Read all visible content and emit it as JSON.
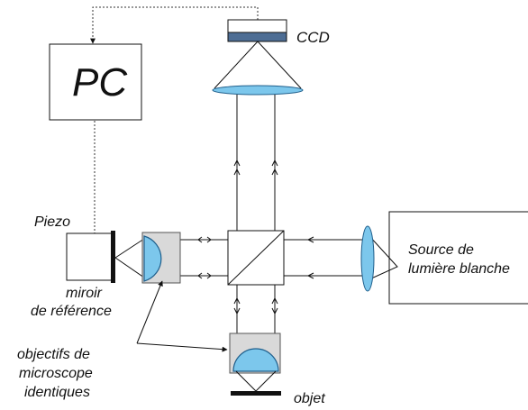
{
  "labels": {
    "pc": "PC",
    "ccd": "CCD",
    "piezo": "Piezo",
    "mirror_line1": "miroir",
    "mirror_line2": "de référence",
    "source_line1": "Source de",
    "source_line2": "lumière blanche",
    "objectives_line1": "objectifs de",
    "objectives_line2": "microscope",
    "objectives_line3": "identiques",
    "object": "objet"
  },
  "colors": {
    "lens_fill": "#7cc7ec",
    "lens_stroke": "#1f5f8c",
    "objective_housing": "#d9d9d9",
    "ccd_band": "#4d6d94",
    "line": "#111111"
  }
}
